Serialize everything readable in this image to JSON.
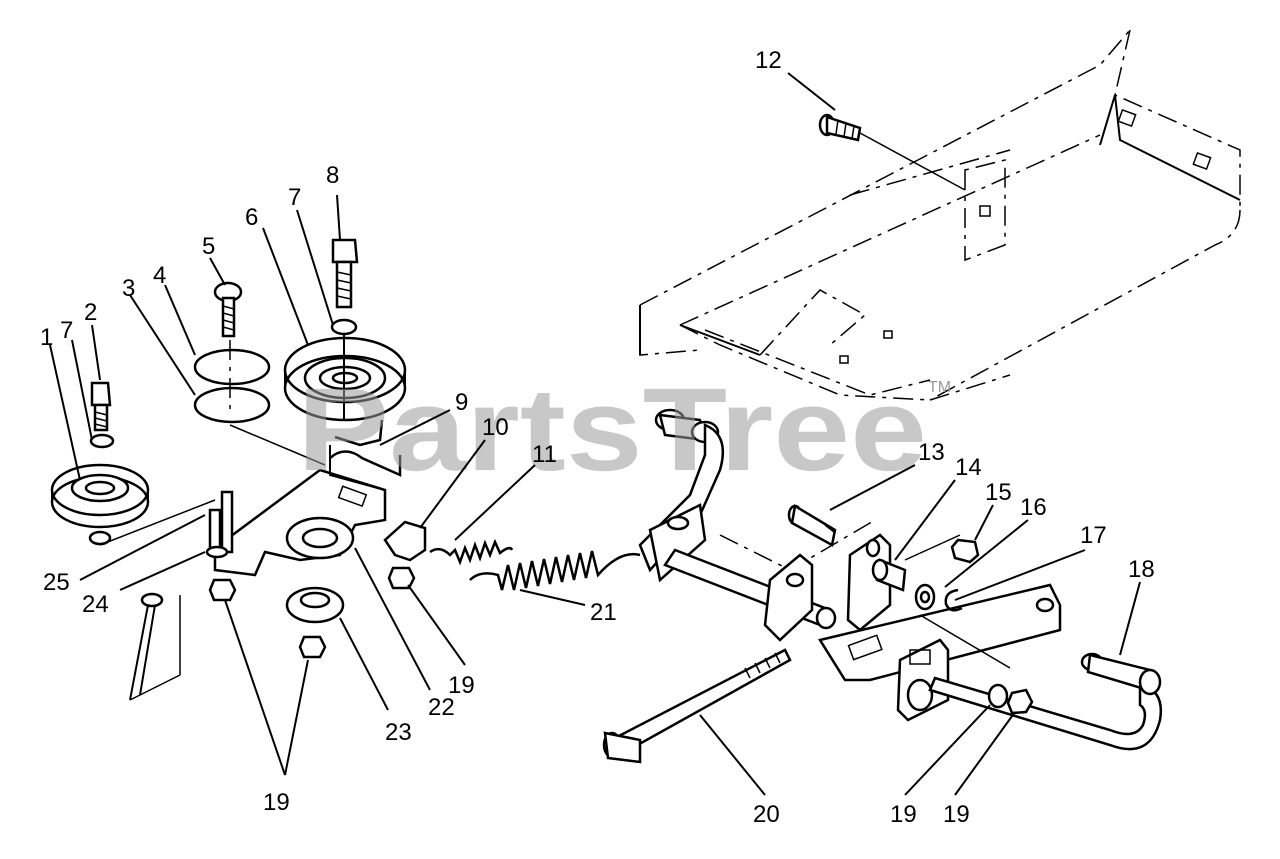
{
  "diagram": {
    "callouts": [
      "1",
      "7",
      "2",
      "3",
      "4",
      "5",
      "6",
      "7",
      "8",
      "9",
      "10",
      "11",
      "12",
      "13",
      "14",
      "15",
      "16",
      "17",
      "18",
      "19",
      "19",
      "19",
      "19",
      "20",
      "21",
      "22",
      "23",
      "24",
      "25"
    ],
    "watermark": "PartsTree",
    "trademark": "TM"
  }
}
